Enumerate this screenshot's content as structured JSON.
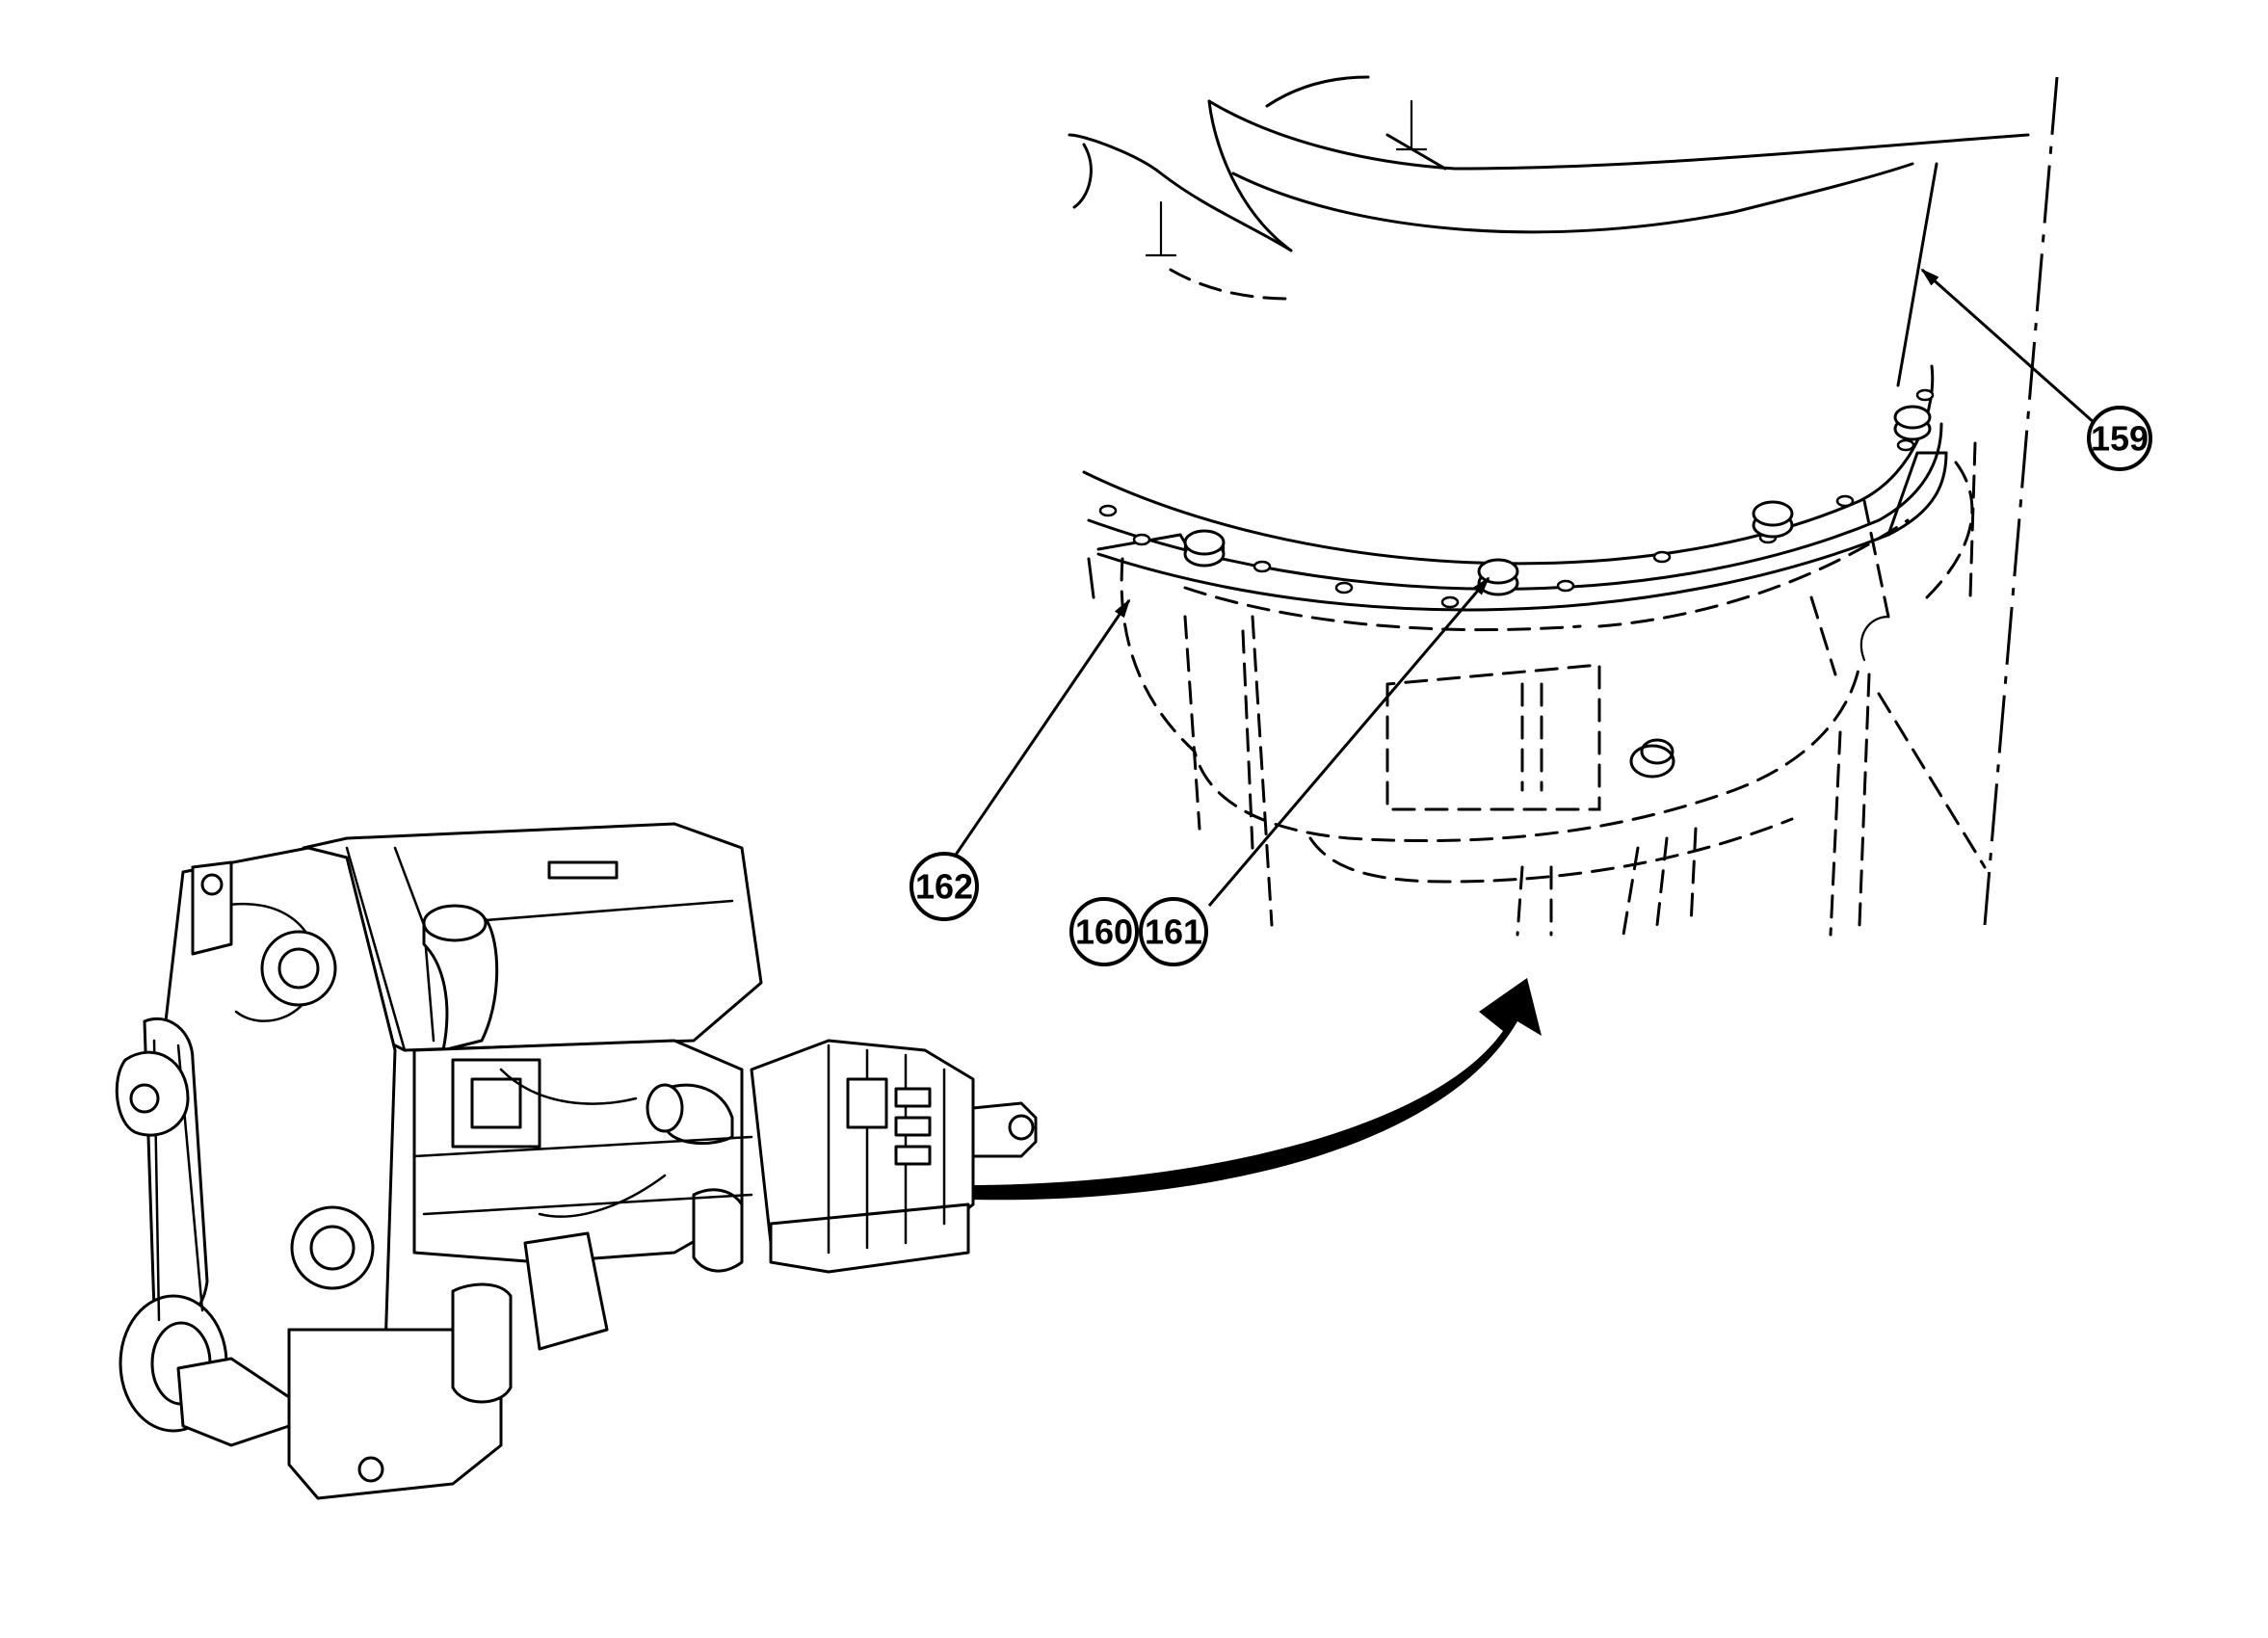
{
  "figure": {
    "callouts": [
      {
        "id": "callout-159",
        "label": "159"
      },
      {
        "id": "callout-160",
        "label": "160"
      },
      {
        "id": "callout-161",
        "label": "161"
      },
      {
        "id": "callout-162",
        "label": "162"
      }
    ]
  }
}
